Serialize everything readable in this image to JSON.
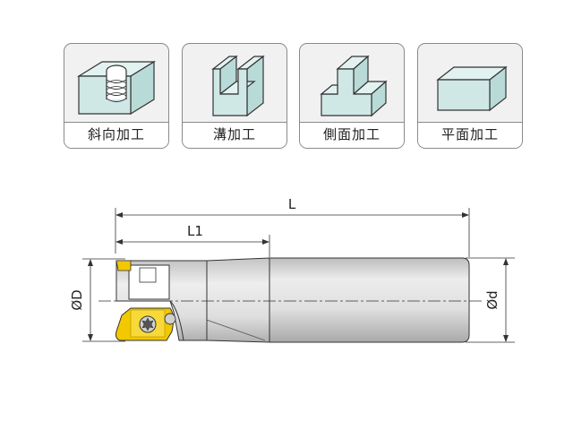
{
  "operations": [
    {
      "id": "inclined",
      "label": "斜向加工",
      "icon": "ramping-cube-icon"
    },
    {
      "id": "slot",
      "label": "溝加工",
      "icon": "slot-block-icon"
    },
    {
      "id": "side",
      "label": "側面加工",
      "icon": "shoulder-block-icon"
    },
    {
      "id": "face",
      "label": "平面加工",
      "icon": "face-block-icon"
    }
  ],
  "dimensions": {
    "overall_length": "L",
    "head_length": "L1",
    "cutting_diameter": "ØD",
    "shank_diameter": "Ød"
  },
  "colors": {
    "block_fill": "#cfe8e6",
    "block_stroke": "#333333",
    "card_bg": "#f1f1f1",
    "card_border": "#8a8a8a",
    "insert_fill": "#f2c800",
    "shank_fill": "#dcdcdc"
  }
}
